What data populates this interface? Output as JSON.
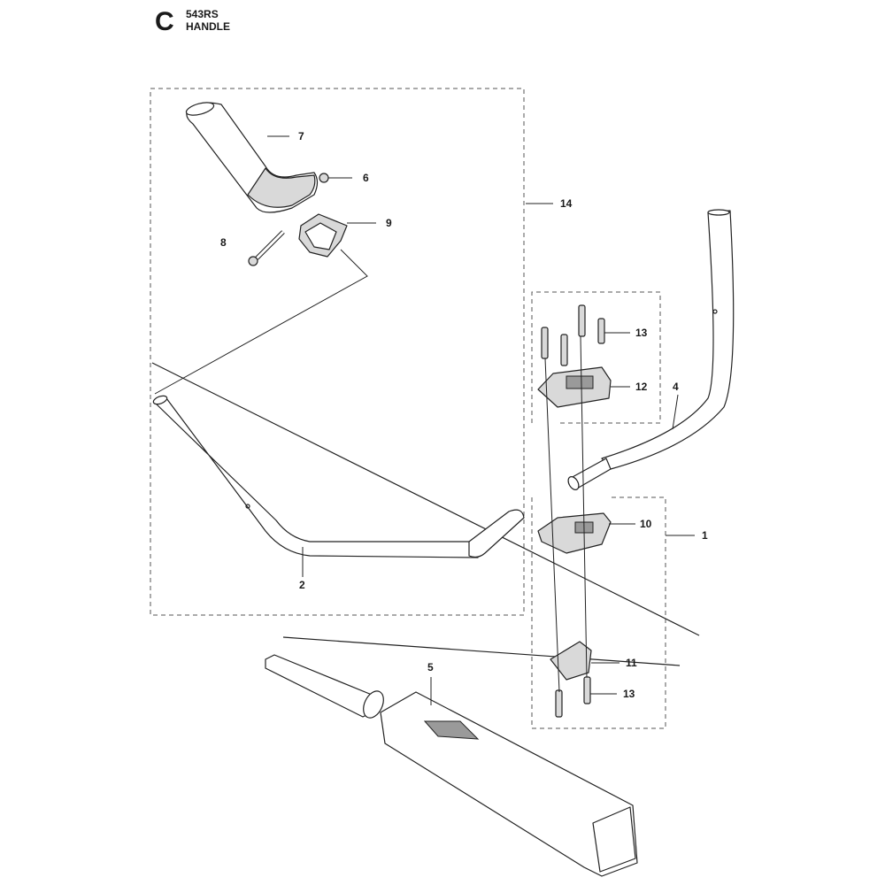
{
  "header": {
    "section_letter": "C",
    "model": "543RS",
    "title": "HANDLE"
  },
  "callouts": {
    "c1": "1",
    "c2": "2",
    "c4": "4",
    "c5": "5",
    "c6": "6",
    "c7": "7",
    "c8": "8",
    "c9": "9",
    "c10": "10",
    "c11": "11",
    "c12": "12",
    "c13a": "13",
    "c13b": "13",
    "c14": "14"
  }
}
